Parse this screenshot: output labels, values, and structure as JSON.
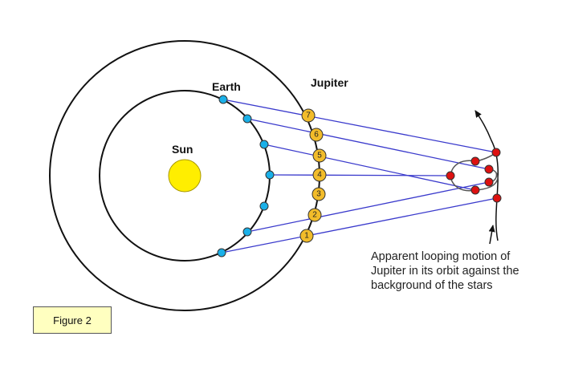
{
  "labels": {
    "sun": "Sun",
    "earth": "Earth",
    "jupiter": "Jupiter"
  },
  "jupiter_positions": [
    "1",
    "2",
    "3",
    "4",
    "5",
    "6",
    "7"
  ],
  "caption": "Apparent looping motion of\nJupiter in its orbit against the\nbackground of the stars",
  "figure_label": "Figure 2",
  "colors": {
    "sun": "#ffee00",
    "earth_dot": "#1ab0e8",
    "jupiter_dot": "#f2bc2a",
    "apparent_dot": "#dd1111",
    "sight_line": "#3a3acc",
    "figure_box": "#ffffc0"
  }
}
